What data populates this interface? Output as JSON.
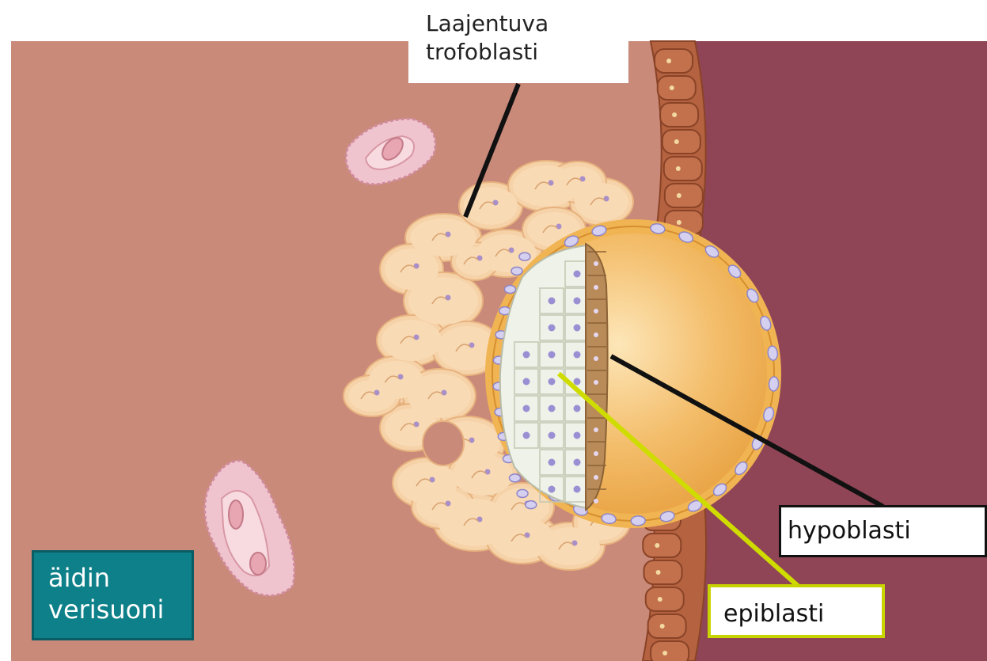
{
  "labels": {
    "trophoblast": {
      "line1": "Laajentuva",
      "line2": "trofoblasti"
    },
    "hypoblast": "hypoblasti",
    "epiblast": "epiblasti",
    "maternal_vessel": {
      "line1": "äidin",
      "line2": "verisuoni"
    }
  },
  "colors": {
    "tissue": "#c98a7a",
    "uterine_wall": "#8f4555",
    "epithelium": "#b4623f",
    "trophoblast": "#f6d2a8",
    "blastocyst_cavity": "#eca646",
    "epiblast": "#eef2e8",
    "hypoblast": "#b88b58",
    "nucleus": "#9b8fd4",
    "vessel": "#f0c4cf",
    "leader_dark": "#111111",
    "leader_yellow": "#cfdc00",
    "vessel_label_bg": "#0e8089"
  }
}
